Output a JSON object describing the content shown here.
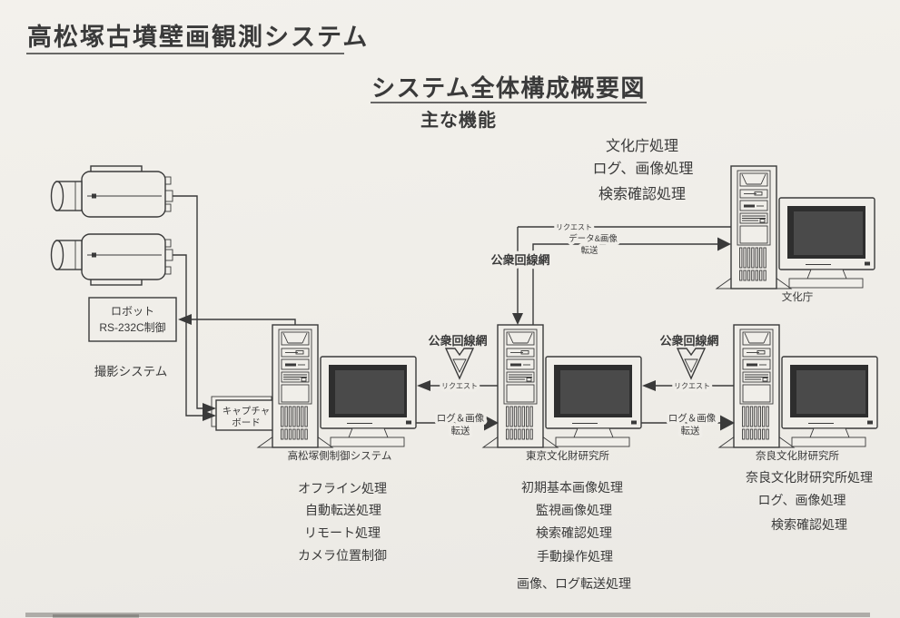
{
  "page": {
    "main_title": "高松塚古墳壁画観測システム",
    "diagram_title": "システム全体構成概要図",
    "functions_heading": "主な機能"
  },
  "capture_side": {
    "robot_label_line1": "ロボット",
    "robot_label_line2": "RS-232C制御",
    "camera_system_label": "撮影システム",
    "capture_board_line1": "キャプチャ",
    "capture_board_line2": "ボード"
  },
  "agency": {
    "label": "文化庁",
    "functions": [
      "文化庁処理",
      "ログ、画像処理",
      "検索確認処理"
    ]
  },
  "sites": {
    "takamatsuzuka": {
      "label": "高松塚側制御システム",
      "functions": [
        "オフライン処理",
        "自動転送処理",
        "リモート処理",
        "カメラ位置制御"
      ]
    },
    "tokyo": {
      "label": "東京文化財研究所",
      "functions": [
        "初期基本画像処理",
        "監視画像処理",
        "検索確認処理",
        "手動操作処理",
        "画像、ログ転送処理"
      ]
    },
    "nara": {
      "label": "奈良文化財研究所",
      "functions": [
        "奈良文化財研究所処理",
        "ログ、画像処理",
        "検索確認処理"
      ]
    }
  },
  "links": {
    "request": "リクエスト",
    "data_image_line1": "データ&画像",
    "data_image_line2": "転送",
    "log_image_line1": "ログ＆画像",
    "log_image_line2": "転送",
    "public_network": "公衆回線網"
  },
  "colors": {
    "paper": "#f0eee9",
    "ink": "#3a3a3a",
    "screen_dark": "#2e2e2e",
    "screen_mid": "#4a4a4a",
    "scanedge": "#aeaca8"
  }
}
